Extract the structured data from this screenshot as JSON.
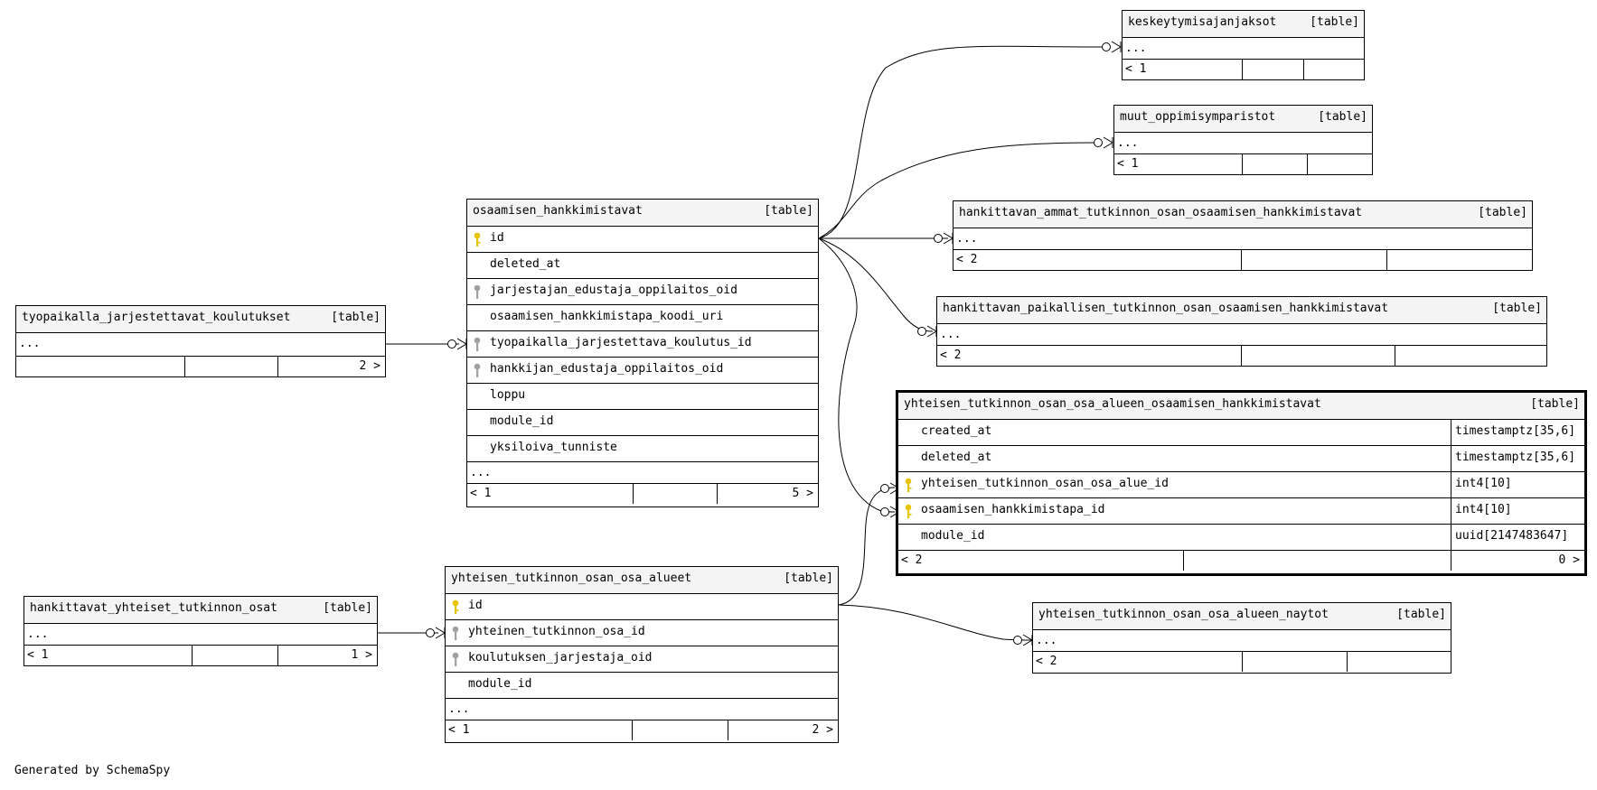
{
  "footer": "Generated by SchemaSpy",
  "colors": {
    "primary_key": "#e8c400",
    "foreign_key": "#a0a0a0",
    "header_bg": "#f4f4f4"
  },
  "tables": {
    "keskeytymisajanjaksot": {
      "name": "keskeytymisajanjaksot",
      "kind": "[table]",
      "more": "...",
      "parents": "< 1",
      "children": ""
    },
    "muut_oppimisymparistot": {
      "name": "muut_oppimisymparistot",
      "kind": "[table]",
      "more": "...",
      "parents": "< 1",
      "children": ""
    },
    "hankittavan_ammat": {
      "name": "hankittavan_ammat_tutkinnon_osan_osaamisen_hankkimistavat",
      "kind": "[table]",
      "more": "...",
      "parents": "< 2",
      "children": ""
    },
    "hankittavan_paikallisen": {
      "name": "hankittavan_paikallisen_tutkinnon_osan_osaamisen_hankkimistavat",
      "kind": "[table]",
      "more": "...",
      "parents": "< 2",
      "children": ""
    },
    "osaamisen_hankkimistavat": {
      "name": "osaamisen_hankkimistavat",
      "kind": "[table]",
      "columns": [
        {
          "name": "id",
          "key": "primary"
        },
        {
          "name": "deleted_at",
          "key": ""
        },
        {
          "name": "jarjestajan_edustaja_oppilaitos_oid",
          "key": "foreign"
        },
        {
          "name": "osaamisen_hankkimistapa_koodi_uri",
          "key": ""
        },
        {
          "name": "tyopaikalla_jarjestettava_koulutus_id",
          "key": "foreign"
        },
        {
          "name": "hankkijan_edustaja_oppilaitos_oid",
          "key": "foreign"
        },
        {
          "name": "loppu",
          "key": ""
        },
        {
          "name": "module_id",
          "key": ""
        },
        {
          "name": "yksiloiva_tunniste",
          "key": ""
        }
      ],
      "more": "...",
      "parents": "< 1",
      "children": "5 >"
    },
    "tyopaikalla": {
      "name": "tyopaikalla_jarjestettavat_koulutukset",
      "kind": "[table]",
      "more": "...",
      "parents": "",
      "children": "2 >"
    },
    "yhteisen_hankkimistavat": {
      "name": "yhteisen_tutkinnon_osan_osa_alueen_osaamisen_hankkimistavat",
      "kind": "[table]",
      "columns": [
        {
          "name": "created_at",
          "type": "timestamptz[35,6]",
          "key": ""
        },
        {
          "name": "deleted_at",
          "type": "timestamptz[35,6]",
          "key": ""
        },
        {
          "name": "yhteisen_tutkinnon_osan_osa_alue_id",
          "type": "int4[10]",
          "key": "primary"
        },
        {
          "name": "osaamisen_hankkimistapa_id",
          "type": "int4[10]",
          "key": "primary"
        },
        {
          "name": "module_id",
          "type": "uuid[2147483647]",
          "key": ""
        }
      ],
      "parents": "< 2",
      "children": "0 >"
    },
    "yhteisen_osa_alueet": {
      "name": "yhteisen_tutkinnon_osan_osa_alueet",
      "kind": "[table]",
      "columns": [
        {
          "name": "id",
          "key": "primary"
        },
        {
          "name": "yhteinen_tutkinnon_osa_id",
          "key": "foreign"
        },
        {
          "name": "koulutuksen_jarjestaja_oid",
          "key": "foreign"
        },
        {
          "name": "module_id",
          "key": ""
        }
      ],
      "more": "...",
      "parents": "< 1",
      "children": "2 >"
    },
    "hankittavat_yhteiset": {
      "name": "hankittavat_yhteiset_tutkinnon_osat",
      "kind": "[table]",
      "more": "...",
      "parents": "< 1",
      "children": "1 >"
    },
    "yhteisen_naytot": {
      "name": "yhteisen_tutkinnon_osan_osa_alueen_naytot",
      "kind": "[table]",
      "more": "...",
      "parents": "< 2",
      "children": ""
    }
  }
}
